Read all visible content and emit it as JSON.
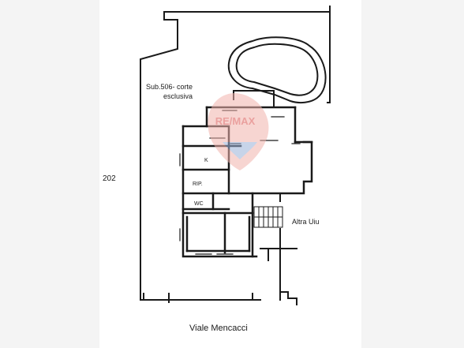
{
  "plan": {
    "courtyard_label_line1": "Sub.506- corte",
    "courtyard_label_line2": "esclusiva",
    "boundary_label": "202",
    "room_k": "K",
    "room_rip": "RIP.",
    "room_wc": "WC",
    "neighbour_label": "Altra Uiu",
    "street_label": "Viale Mencacci"
  },
  "watermark": {
    "brand": "RE/MAX",
    "color": "#d9534f",
    "accent": "#2b4c8c"
  },
  "colors": {
    "ink": "#1a1a1a",
    "page_bg": "#ffffff",
    "margin_bg": "#f4f4f4"
  }
}
